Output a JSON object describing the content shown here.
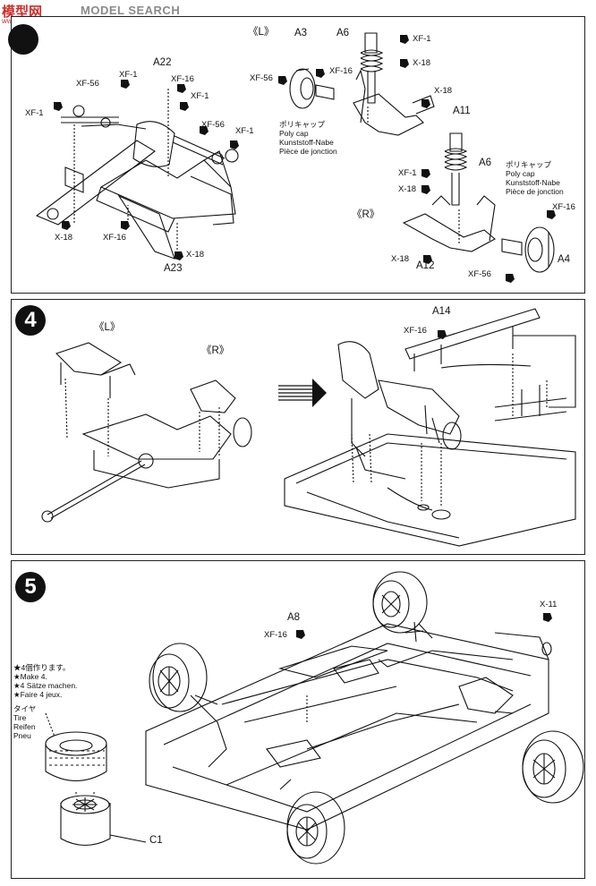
{
  "watermark": {
    "logo": "模型网",
    "sub": "www.moxing.net",
    "title": "MODEL SEARCH"
  },
  "step3": {
    "labels": {
      "a22": "A22",
      "a23": "A23",
      "a3": "A3",
      "a6_top": "A6",
      "a6_mid": "A6",
      "a11": "A11",
      "a12": "A12",
      "a4": "A4",
      "side_l": "《L》",
      "side_r": "《R》",
      "xf56_a": "XF-56",
      "xf1_a": "XF-1",
      "xf1_b": "XF-1",
      "xf16_a": "XF-16",
      "xf1_c": "XF-1",
      "xf56_b": "XF-56",
      "xf1_d": "XF-1",
      "x18_a": "X-18",
      "xf16_b": "XF-16",
      "x18_b": "X-18",
      "xf56_c": "XF-56",
      "xf16_c": "XF-16",
      "xf1_e": "XF-1",
      "x18_c": "X-18",
      "x18_d": "X-18",
      "xf1_f": "XF-1",
      "x18_e": "X-18",
      "xf16_d": "XF-16",
      "x18_f": "X-18",
      "xf56_d": "XF-56"
    },
    "polycap_l": {
      "jp": "ポリキャップ",
      "en": "Poly cap",
      "de": "Kunststoff-Nabe",
      "fr": "Pièce de jonction"
    },
    "polycap_r": {
      "jp": "ポリキャップ",
      "en": "Poly cap",
      "de": "Kunststoff-Nabe",
      "fr": "Pièce de jonction"
    }
  },
  "step4": {
    "number": "4",
    "labels": {
      "side_l": "《L》",
      "side_r": "《R》",
      "a14": "A14",
      "xf16": "XF-16"
    }
  },
  "step5": {
    "number": "5",
    "labels": {
      "a8": "A8",
      "xf16": "XF-16",
      "x11": "X-11",
      "c1": "C1"
    },
    "note": {
      "jp": "★4個作ります。",
      "en": "★Make 4.",
      "de": "★4 Sätze machen.",
      "fr": "★Faire 4 jeux."
    },
    "tire": {
      "jp": "タイヤ",
      "en": "Tire",
      "de": "Reifen",
      "fr": "Pneu"
    }
  }
}
